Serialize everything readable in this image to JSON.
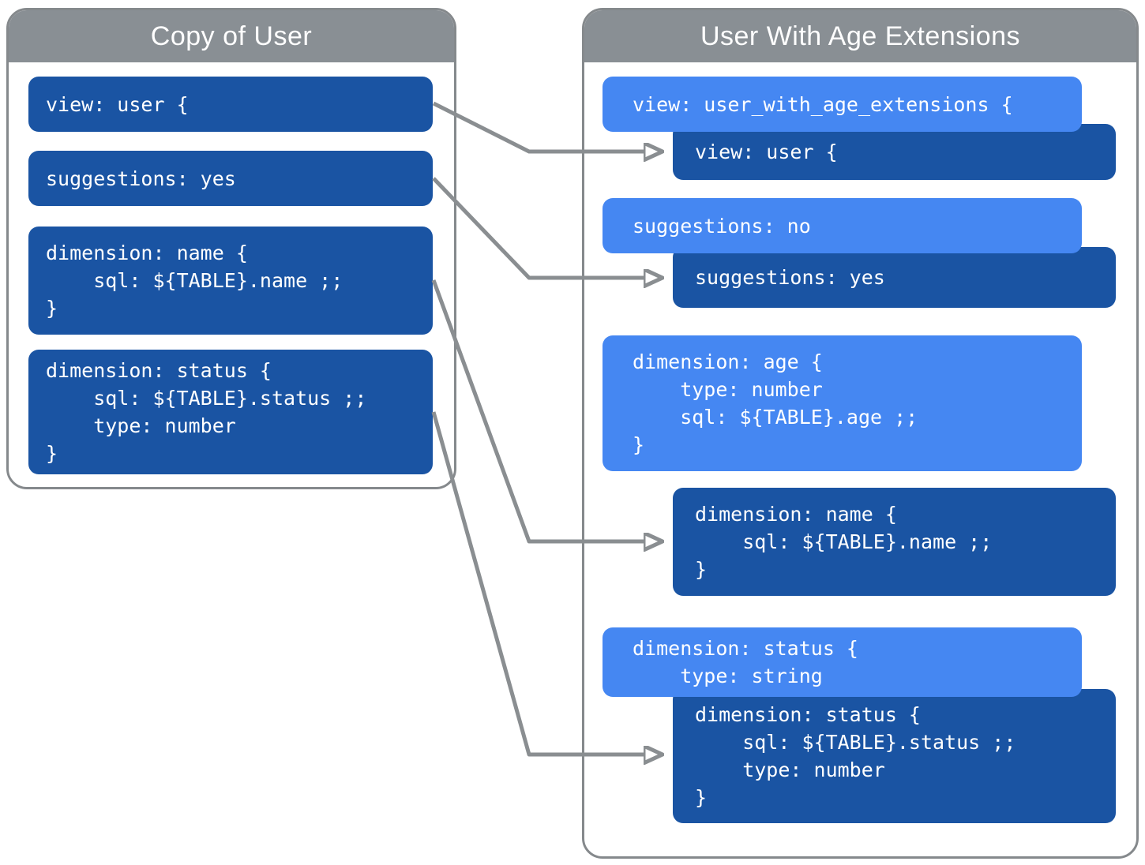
{
  "diagram": {
    "description_left": "Copy of User",
    "description_right": "User With Age Extensions"
  },
  "colors": {
    "inherited_block_blue": "#1a54a3",
    "extension_block_blue": "#4587f2",
    "header_bar_gray": "#898f94",
    "panel_border_gray": "#85898c",
    "arrow_gray": "#8a8e91",
    "code_text": "#ffffff",
    "title_text": "#ffffff"
  },
  "left_panel": {
    "title": "Copy of User",
    "blocks": [
      [
        "view: user {"
      ],
      [
        "suggestions: yes"
      ],
      [
        "dimension: name {",
        "    sql: ${TABLE}.name ;;",
        "}"
      ],
      [
        "dimension: status {",
        "    sql: ${TABLE}.status ;;",
        "    type: number",
        "}"
      ]
    ]
  },
  "right_panel": {
    "title": "User With Age Extensions",
    "groups": [
      {
        "extension": [
          "view: user_with_age_extensions {"
        ],
        "inherited": [
          "view: user {"
        ]
      },
      {
        "extension": [
          "suggestions: no"
        ],
        "inherited": [
          "suggestions: yes"
        ]
      },
      {
        "extension": [
          "dimension: age {",
          "    type: number",
          "    sql: ${TABLE}.age ;;",
          "}"
        ]
      },
      {
        "inherited": [
          "dimension: name {",
          "    sql: ${TABLE}.name ;;",
          "}"
        ]
      },
      {
        "extension": [
          "dimension: status {",
          "    type: string"
        ],
        "inherited": [
          "dimension: status {",
          "    sql: ${TABLE}.status ;;",
          "    type: number",
          "}"
        ]
      }
    ]
  }
}
